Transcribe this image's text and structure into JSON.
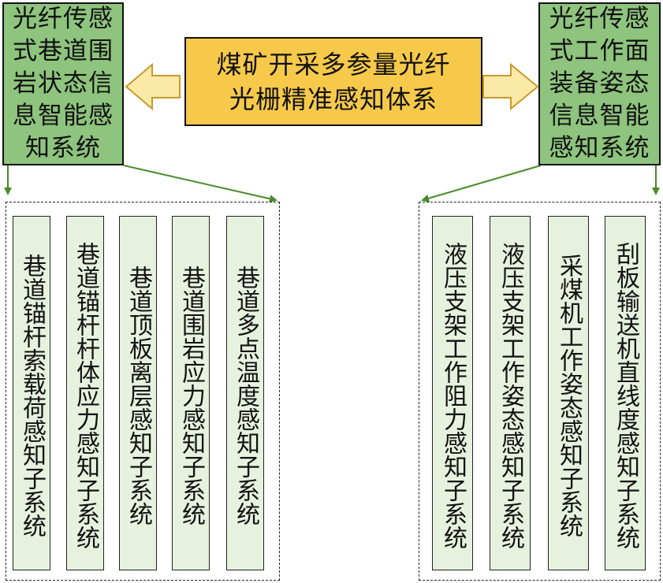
{
  "center": {
    "text": "煤矿开采多参量光纤光栅精准感知体系"
  },
  "left": {
    "title": "光纤传感式巷道围岩状态信息智能感知系统",
    "subsystems": [
      "巷道锚杆索载荷感知子系统",
      "巷道锚杆杆体应力感知子系统",
      "巷道顶板离层感知子系统",
      "巷道围岩应力感知子系统",
      "巷道多点温度感知子系统"
    ]
  },
  "right": {
    "title": "光纤传感式工作面装备姿态信息智能感知系统",
    "subsystems": [
      "液压支架工作阻力感知子系统",
      "液压支架工作姿态感知子系统",
      "采煤机工作姿态感知子系统",
      "刮板输送机直线度感知子系统"
    ]
  },
  "colors": {
    "system_box": "#8ec47d",
    "center_box": "#f7c94a",
    "subsystem_box": "#e6f2de",
    "arrow_fill": "#fbe9a8",
    "arrow_stroke": "#c79a2b",
    "connector": "#4a8a2a"
  }
}
